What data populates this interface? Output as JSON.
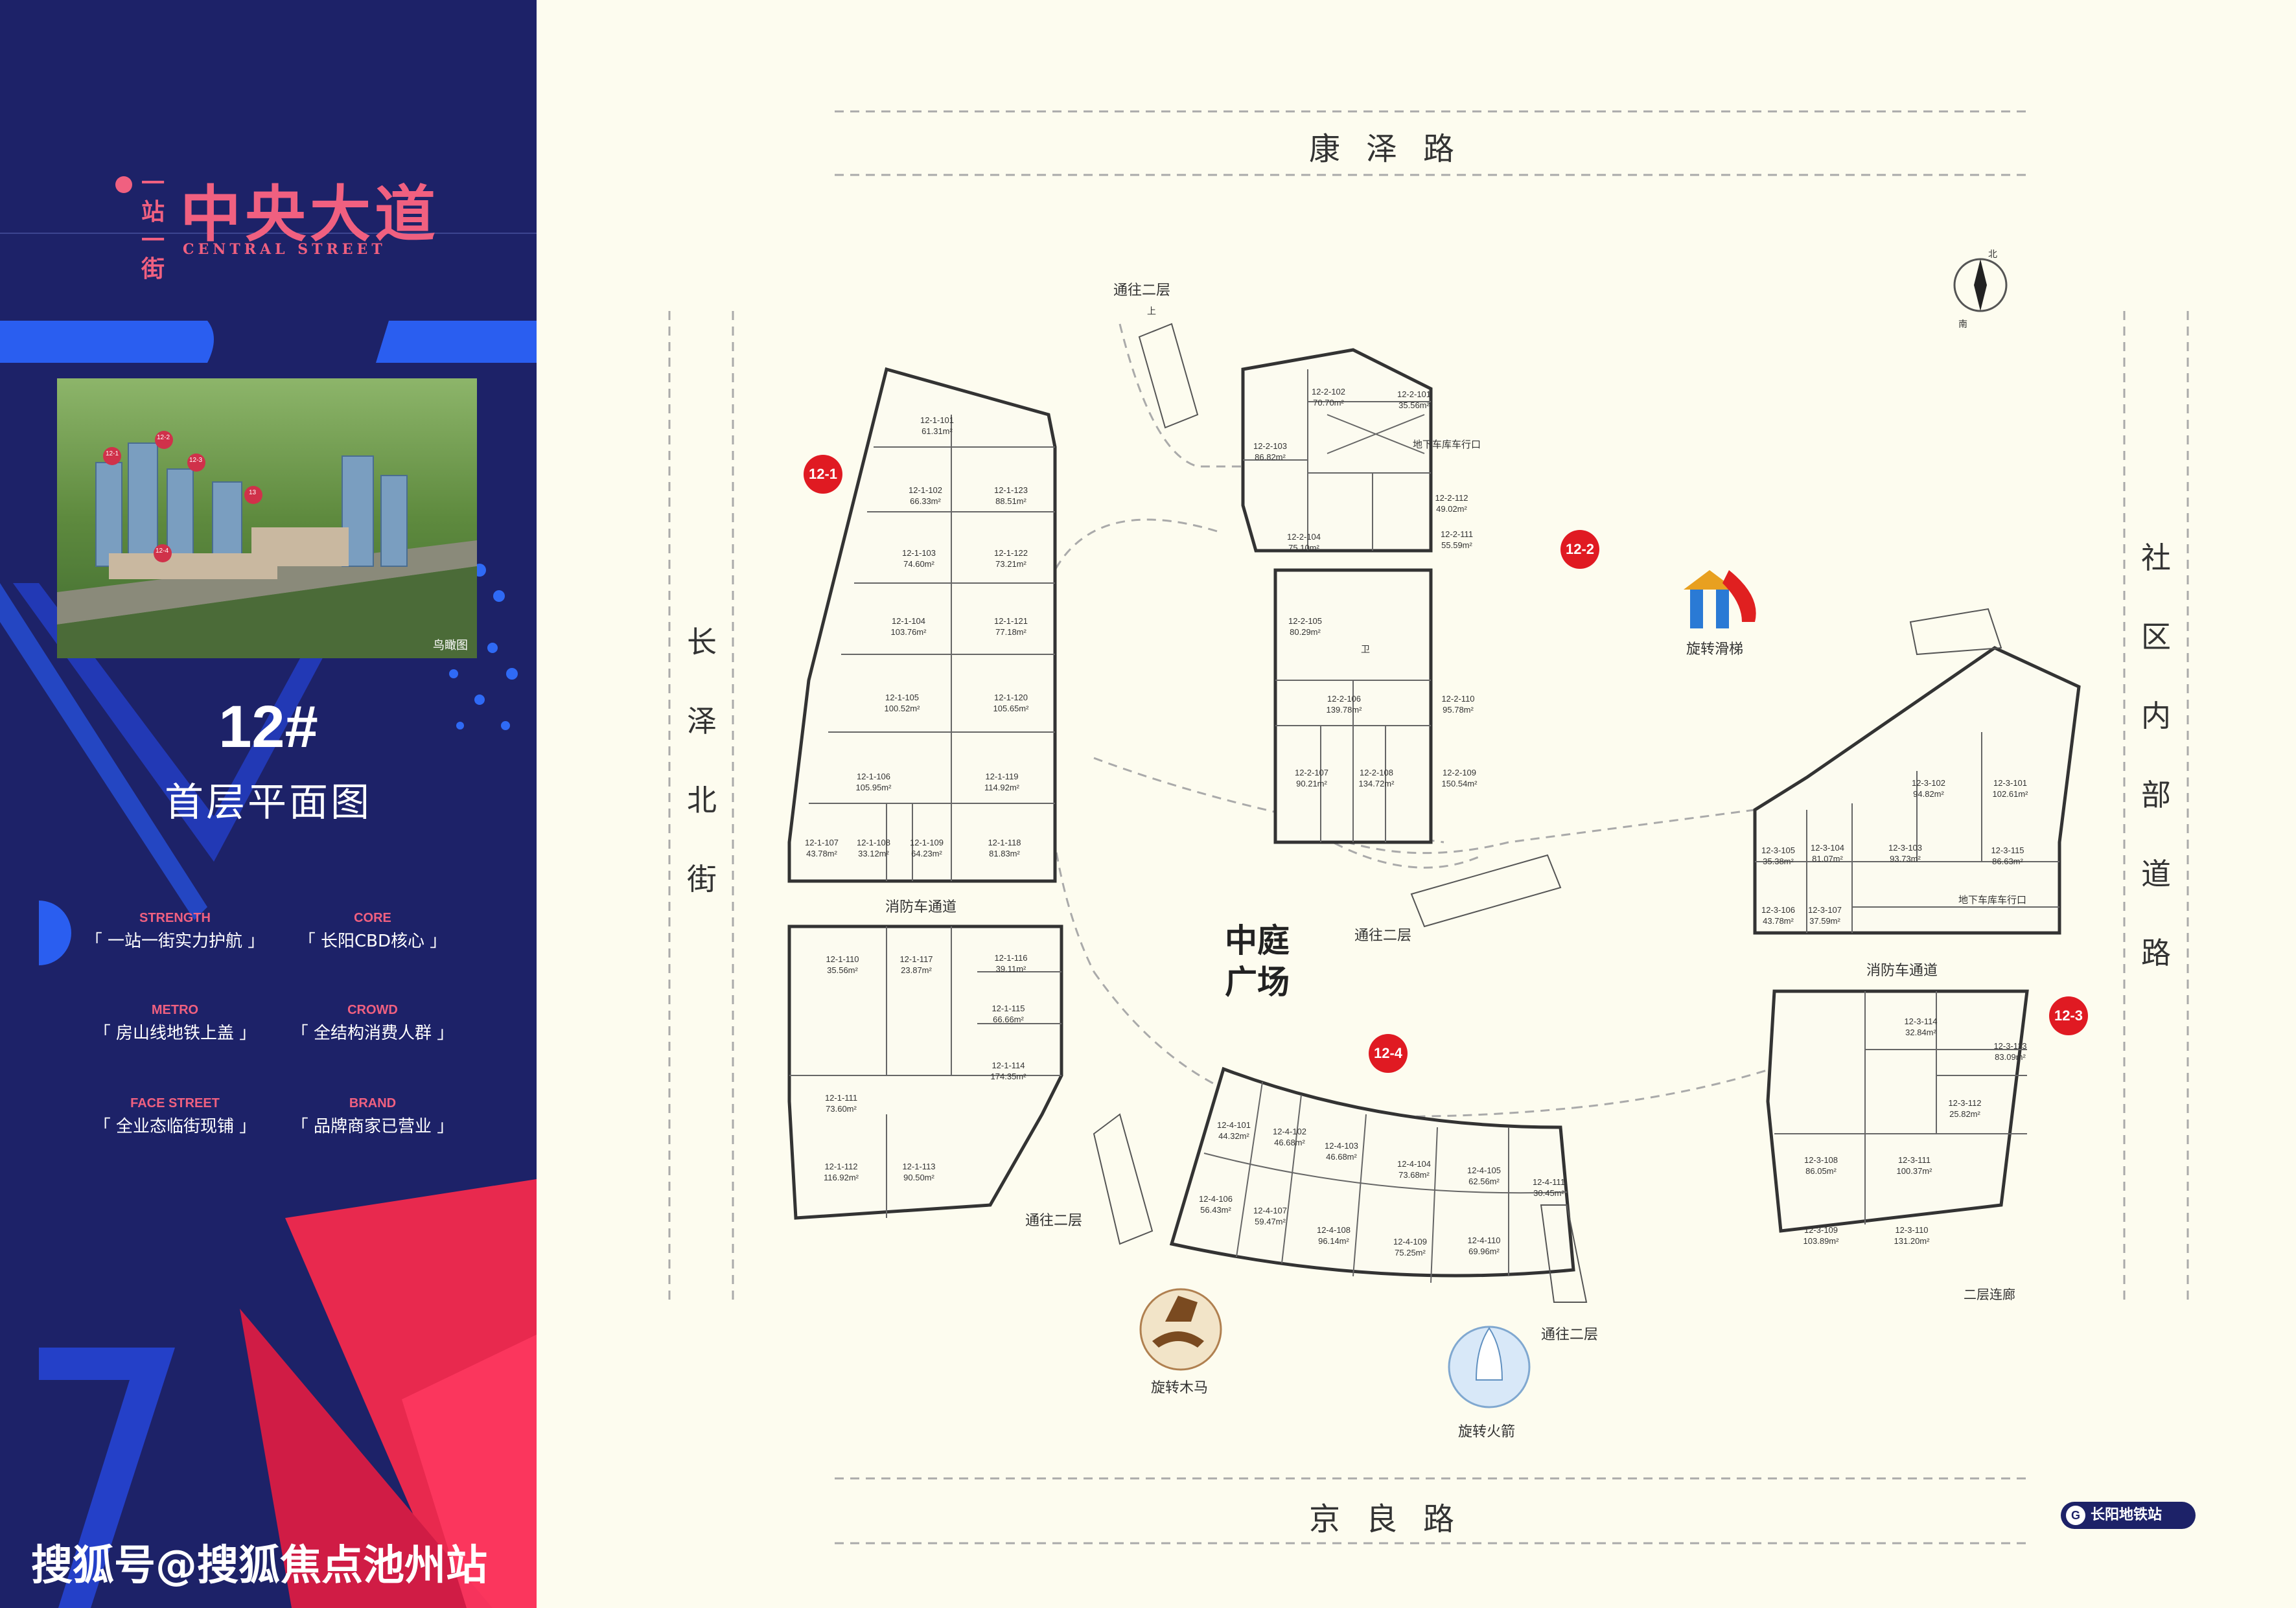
{
  "brand": {
    "small_top": "一站",
    "small_bottom": "一街",
    "title": "中央大道",
    "subtitle_en": "CENTRAL STREET"
  },
  "aerial": {
    "caption": "鸟瞰图",
    "tags": [
      "12-1",
      "12-2",
      "12-3",
      "13",
      "12-4"
    ]
  },
  "building": {
    "number": "12#",
    "plan_title": "首层平面图"
  },
  "features": [
    {
      "en": "STRENGTH",
      "cn": "「 一站一街实力护航 」"
    },
    {
      "en": "CORE",
      "cn": "「 长阳CBD核心 」"
    },
    {
      "en": "METRO",
      "cn": "「 房山线地铁上盖 」"
    },
    {
      "en": "CROWD",
      "cn": "「 全结构消费人群 」"
    },
    {
      "en": "FACE STREET",
      "cn": "「 全业态临街现铺 」"
    },
    {
      "en": "BRAND",
      "cn": "「 品牌商家已营业 」"
    }
  ],
  "watermark": "搜狐号@搜狐焦点池州站",
  "roads": {
    "top": "康泽路",
    "bottom": "京良路",
    "left": "长泽北街",
    "right": "社区内部道路"
  },
  "courtyard": {
    "line1": "中庭",
    "line2": "广场"
  },
  "markers": [
    "12-1",
    "12-2",
    "12-3",
    "12-4"
  ],
  "labels": {
    "to_floor2_a": "通往二层",
    "to_floor2_b": "通往二层",
    "to_floor2_c": "通往二层",
    "to_floor2_d": "通往二层",
    "fire_lane_a": "消防车通道",
    "fire_lane_b": "消防车通道",
    "garage_a": "地下车库车行口",
    "garage_b": "地下车库车行口",
    "slide": "旋转滑梯",
    "horse": "旋转木马",
    "rocket": "旋转火箭",
    "corridor": "二层连廊",
    "metro": "长阳地铁站",
    "north": "北",
    "south": "南",
    "stair_up": "上",
    "toilet": "卫"
  },
  "units": [
    {
      "id": "12-1-101",
      "area": "61.31m²"
    },
    {
      "id": "12-1-102",
      "area": "66.33m²"
    },
    {
      "id": "12-1-123",
      "area": "88.51m²"
    },
    {
      "id": "12-1-103",
      "area": "74.60m²"
    },
    {
      "id": "12-1-122",
      "area": "73.21m²"
    },
    {
      "id": "12-1-104",
      "area": "103.76m²"
    },
    {
      "id": "12-1-121",
      "area": "77.18m²"
    },
    {
      "id": "12-1-105",
      "area": "100.52m²"
    },
    {
      "id": "12-1-120",
      "area": "105.65m²"
    },
    {
      "id": "12-1-106",
      "area": "105.95m²"
    },
    {
      "id": "12-1-119",
      "area": "114.92m²"
    },
    {
      "id": "12-1-107",
      "area": "43.78m²"
    },
    {
      "id": "12-1-108",
      "area": "33.12m²"
    },
    {
      "id": "12-1-109",
      "area": "64.23m²"
    },
    {
      "id": "12-1-118",
      "area": "81.83m²"
    },
    {
      "id": "12-1-110",
      "area": "35.56m²"
    },
    {
      "id": "12-1-117",
      "area": "23.87m²"
    },
    {
      "id": "12-1-116",
      "area": "39.11m²"
    },
    {
      "id": "12-1-115",
      "area": "66.66m²"
    },
    {
      "id": "12-1-114",
      "area": "174.35m²"
    },
    {
      "id": "12-1-111",
      "area": "73.60m²"
    },
    {
      "id": "12-1-112",
      "area": "116.92m²"
    },
    {
      "id": "12-1-113",
      "area": "90.50m²"
    },
    {
      "id": "12-2-102",
      "area": "70.70m²"
    },
    {
      "id": "12-2-101",
      "area": "35.56m²"
    },
    {
      "id": "12-2-103",
      "area": "86.82m²"
    },
    {
      "id": "12-2-112",
      "area": "49.02m²"
    },
    {
      "id": "12-2-104",
      "area": "75.10m²"
    },
    {
      "id": "12-2-111",
      "area": "55.59m²"
    },
    {
      "id": "12-2-105",
      "area": "80.29m²"
    },
    {
      "id": "12-2-106",
      "area": "139.78m²"
    },
    {
      "id": "12-2-110",
      "area": "95.78m²"
    },
    {
      "id": "12-2-107",
      "area": "90.21m²"
    },
    {
      "id": "12-2-108",
      "area": "134.72m²"
    },
    {
      "id": "12-2-109",
      "area": "150.54m²"
    },
    {
      "id": "12-3-102",
      "area": "94.82m²"
    },
    {
      "id": "12-3-101",
      "area": "102.61m²"
    },
    {
      "id": "12-3-105",
      "area": "35.38m²"
    },
    {
      "id": "12-3-104",
      "area": "81.07m²"
    },
    {
      "id": "12-3-103",
      "area": "93.73m²"
    },
    {
      "id": "12-3-115",
      "area": "86.63m²"
    },
    {
      "id": "12-3-106",
      "area": "43.78m²"
    },
    {
      "id": "12-3-107",
      "area": "37.59m²"
    },
    {
      "id": "12-3-114",
      "area": "32.84m²"
    },
    {
      "id": "12-3-113",
      "area": "83.09m²"
    },
    {
      "id": "12-3-112",
      "area": "25.82m²"
    },
    {
      "id": "12-3-108",
      "area": "86.05m²"
    },
    {
      "id": "12-3-111",
      "area": "100.37m²"
    },
    {
      "id": "12-3-109",
      "area": "103.89m²"
    },
    {
      "id": "12-3-110",
      "area": "131.20m²"
    },
    {
      "id": "12-4-101",
      "area": "44.32m²"
    },
    {
      "id": "12-4-102",
      "area": "46.68m²"
    },
    {
      "id": "12-4-103",
      "area": "46.68m²"
    },
    {
      "id": "12-4-104",
      "area": "73.68m²"
    },
    {
      "id": "12-4-105",
      "area": "62.56m²"
    },
    {
      "id": "12-4-111",
      "area": "30.45m²"
    },
    {
      "id": "12-4-106",
      "area": "56.43m²"
    },
    {
      "id": "12-4-107",
      "area": "59.47m²"
    },
    {
      "id": "12-4-108",
      "area": "96.14m²"
    },
    {
      "id": "12-4-109",
      "area": "75.25m²"
    },
    {
      "id": "12-4-110",
      "area": "69.96m²"
    }
  ]
}
